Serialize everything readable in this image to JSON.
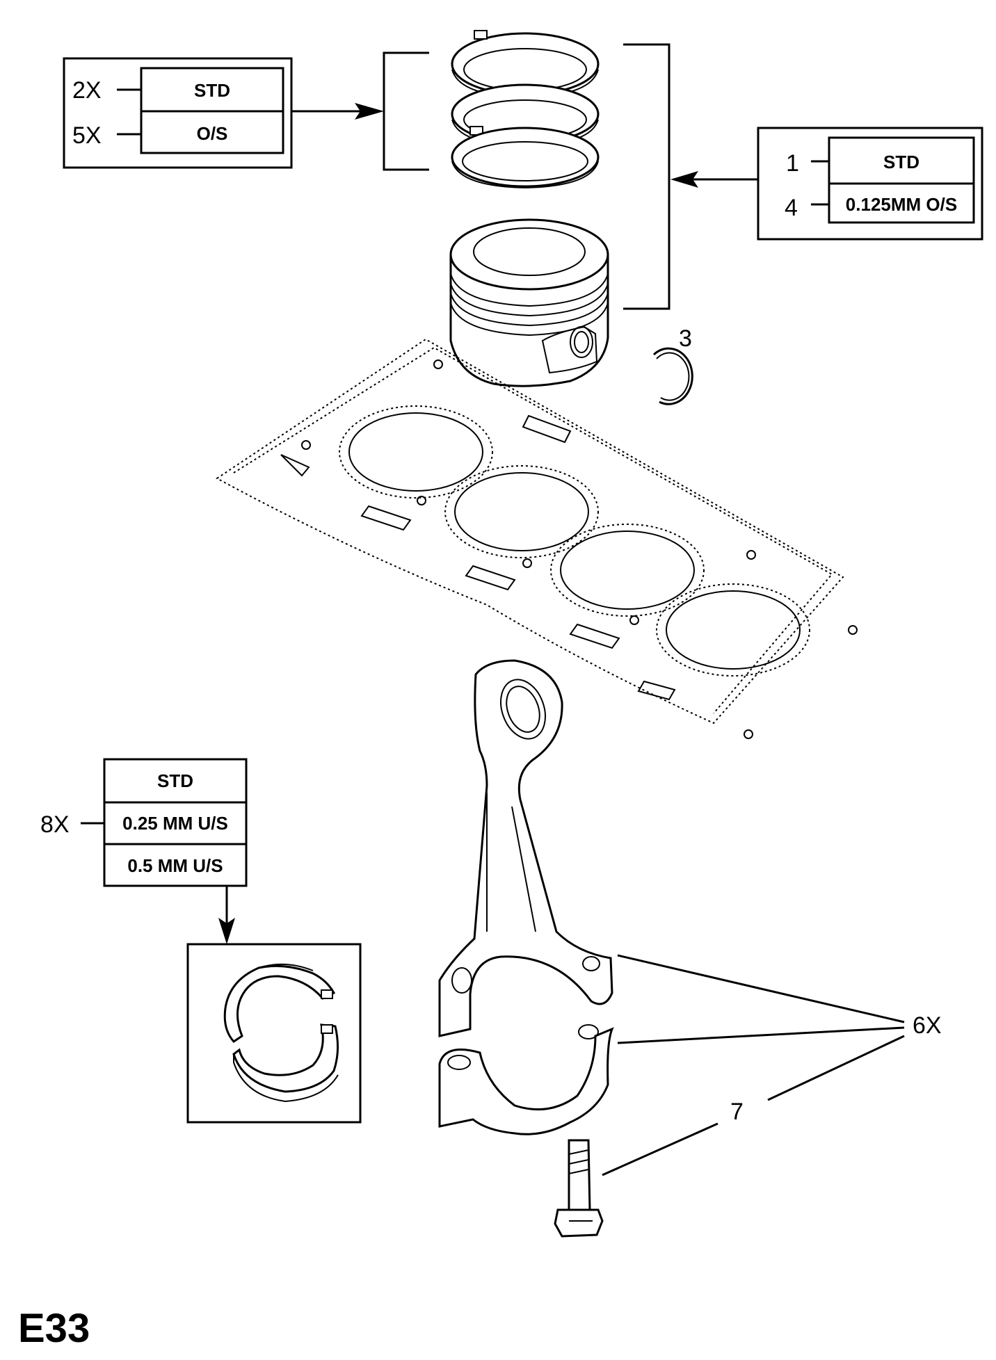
{
  "rings_spec": {
    "rows": [
      {
        "qty": "2X",
        "label": "STD"
      },
      {
        "qty": "5X",
        "label": "O/S"
      }
    ]
  },
  "piston_spec": {
    "rows": [
      {
        "qty": "1",
        "label": "STD"
      },
      {
        "qty": "4",
        "label": "0.125MM O/S"
      }
    ]
  },
  "bearing_spec": {
    "qty": "8X",
    "rows": [
      "STD",
      "0.25 MM U/S",
      "0.5 MM U/S"
    ]
  },
  "callouts": {
    "circlip": "3",
    "conrod": "6X",
    "bolt": "7"
  },
  "page_code": "E33"
}
